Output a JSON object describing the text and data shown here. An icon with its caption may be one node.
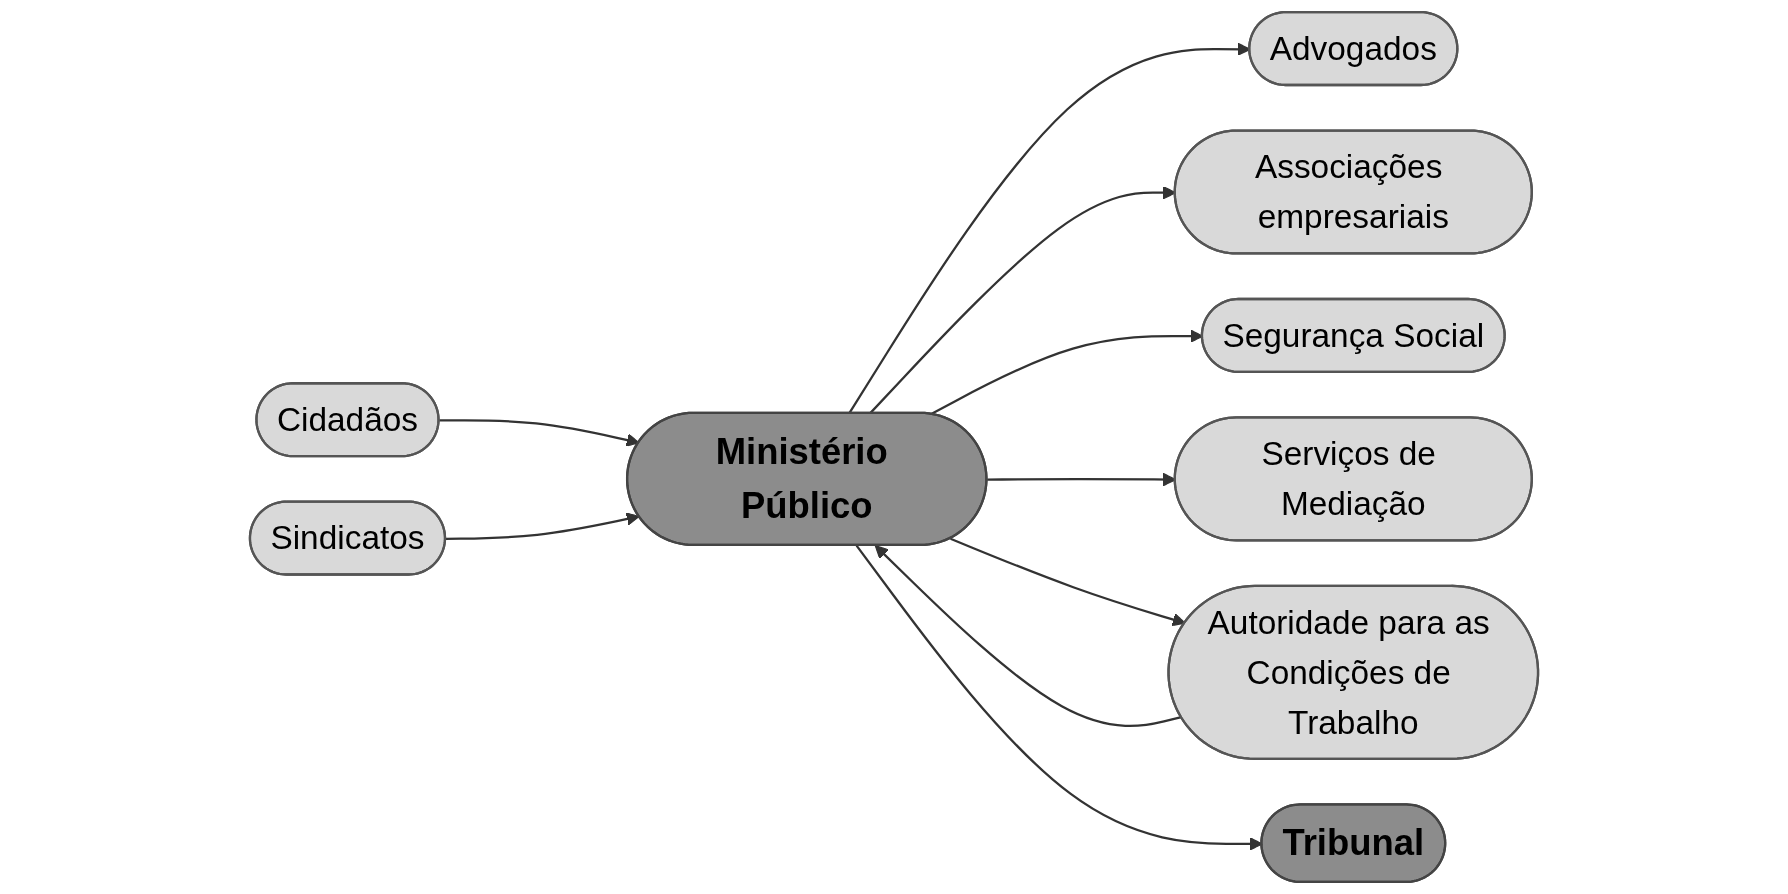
{
  "diagram": {
    "nodes": [
      {
        "text": [
          "Cidadãos"
        ]
      },
      {
        "text": [
          "Ministério Público"
        ]
      },
      {
        "text": [
          "Sindicatos"
        ]
      },
      {
        "text": [
          "Serviços de Mediação"
        ]
      },
      {
        "text": [
          "Advogados"
        ]
      },
      {
        "text": [
          "Segurança Social"
        ]
      },
      {
        "text": [
          "Associações empresariais"
        ]
      },
      {
        "text": [
          "Autoridade para as Condições de Trabalho"
        ]
      },
      {
        "text": [
          "Tribunal"
        ]
      }
    ],
    "edges": [
      {
        "from": 0,
        "to": 1,
        "arrow": "to"
      },
      {
        "from": 2,
        "to": 1,
        "arrow": "to"
      },
      {
        "from": 1,
        "to": 4,
        "arrow": "to"
      },
      {
        "from": 1,
        "to": 6,
        "arrow": "to"
      },
      {
        "from": 1,
        "to": 5,
        "arrow": "to"
      },
      {
        "from": 1,
        "to": 3,
        "arrow": "to"
      },
      {
        "from": 7,
        "to": 1,
        "arrow": "to"
      },
      {
        "from": 1,
        "to": 7,
        "arrow": "to"
      },
      {
        "from": 1,
        "to": 8,
        "arrow": "to"
      }
    ]
  }
}
